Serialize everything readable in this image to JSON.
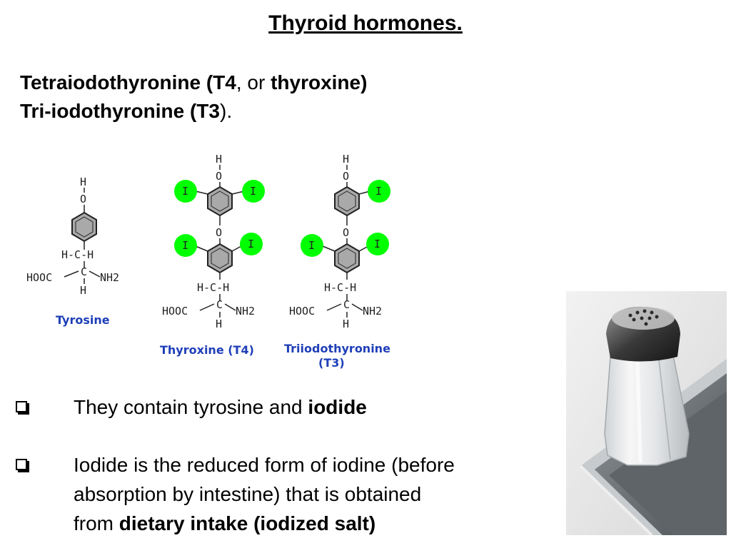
{
  "title": "Thyroid hormones.",
  "heading": {
    "line1_bold_a": "Tetraiodothyronine (T4",
    "line1_plain": ", or ",
    "line1_bold_b": "thyroxine)",
    "line2_bold": "Tri-iodothyronine (T3",
    "line2_plain": ")."
  },
  "structures": {
    "tyrosine": {
      "label": "Tyrosine"
    },
    "t4": {
      "label": "Thyroxine (T4)"
    },
    "t3": {
      "label_line1": "Triiodothyronine",
      "label_line2": "(T3)"
    },
    "atoms": {
      "h": "H",
      "o": "O",
      "i": "I",
      "hch": "H-C-H",
      "hooc": "HOOC",
      "c": "C",
      "nh2": "NH2"
    },
    "iodine_color": "#00ff00",
    "ring_fill": "#a9a9a9"
  },
  "bullets": [
    {
      "plain": "They contain tyrosine and ",
      "bold": "iodide"
    },
    {
      "line1": "Iodide is the reduced form of iodine (before",
      "line2": "absorption by intestine) that is obtained",
      "line3_plain": "from ",
      "line3_bold": "dietary intake (iodized salt)"
    }
  ],
  "image": {
    "name": "salt-shaker-photo"
  }
}
